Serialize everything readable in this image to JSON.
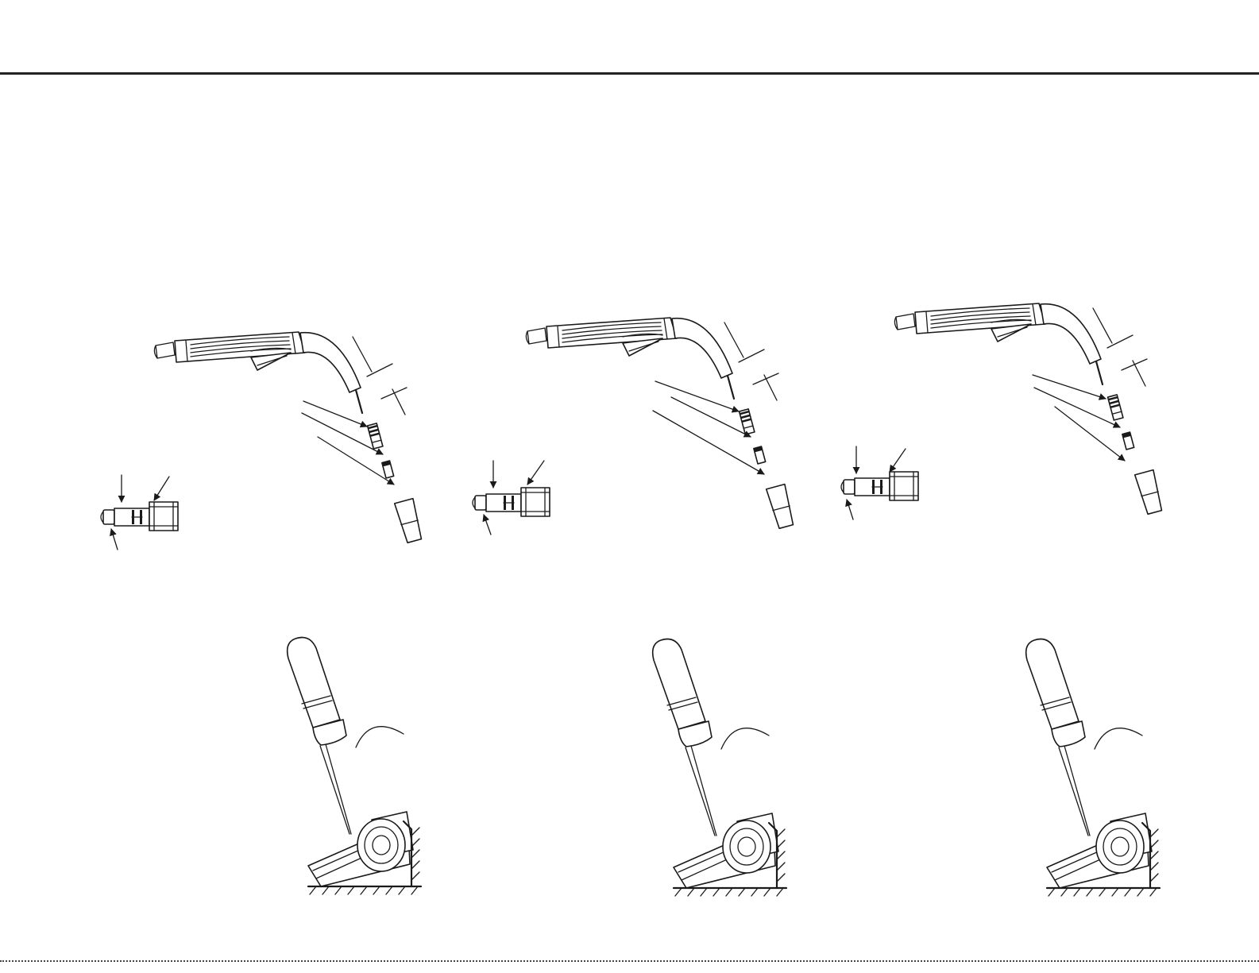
{
  "figure": {
    "panels": [
      {
        "id": "panel-1",
        "gun_parts": [
          "gun-body-icon",
          "gas-diffuser-icon",
          "contact-tip-icon",
          "nozzle-icon"
        ],
        "tool": "screwdriver-icon"
      },
      {
        "id": "panel-2",
        "gun_parts": [
          "gun-body-icon",
          "gas-diffuser-icon",
          "contact-tip-icon",
          "nozzle-icon"
        ],
        "tool": "screwdriver-icon"
      },
      {
        "id": "panel-3",
        "gun_parts": [
          "gun-body-icon",
          "gas-diffuser-icon",
          "contact-tip-icon",
          "nozzle-icon"
        ],
        "tool": "screwdriver-icon"
      }
    ],
    "line_color": "#1a1a1a",
    "background": "#ffffff"
  }
}
